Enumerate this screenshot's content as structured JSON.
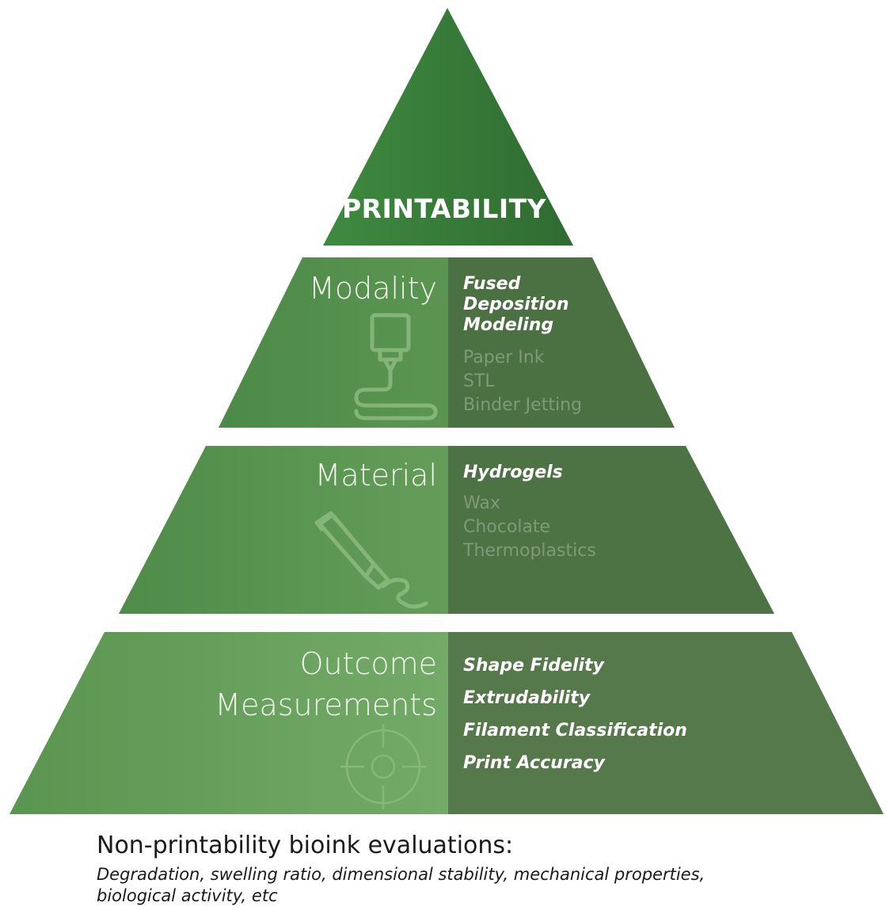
{
  "apex": {
    "title": "PRINTABILITY"
  },
  "modality": {
    "title": "Modality",
    "highlight": [
      "Fused",
      "Deposition",
      "Modeling"
    ],
    "others": [
      "Paper Ink",
      "STL",
      "Binder Jetting"
    ],
    "icon": "3d-printer-nozzle-icon"
  },
  "material": {
    "title": "Material",
    "highlight": "Hydrogels",
    "others": [
      "Wax",
      "Chocolate",
      "Thermoplastics"
    ],
    "icon": "squeeze-tube-icon"
  },
  "outcome": {
    "title_lines": [
      "Outcome",
      "Measurements"
    ],
    "items": [
      "Shape Fidelity",
      "Extrudability",
      "Filament Classification",
      "Print Accuracy"
    ],
    "icon": "crosshair-target-icon"
  },
  "footer": {
    "title": "Non-printability bioink evaluations:",
    "subtitle_lines": [
      "Degradation, swelling ratio, dimensional stability, mechanical properties,",
      "biological activity, etc"
    ]
  },
  "colors": {
    "apex": "#3a7a3a",
    "left_light": "#6a9e5a",
    "right_dark": "#4f7347"
  }
}
